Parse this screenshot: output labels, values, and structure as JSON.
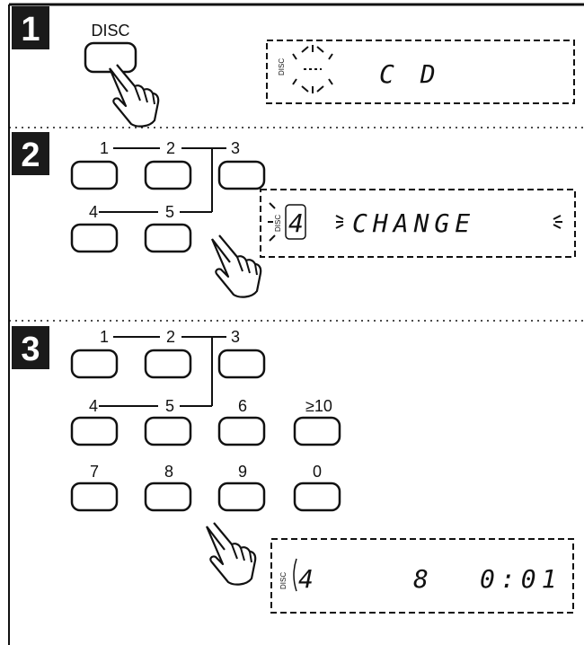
{
  "steps": [
    {
      "number": "1",
      "button_label": "DISC",
      "display": {
        "indicator": "DISC",
        "text": "C D"
      }
    },
    {
      "number": "2",
      "buttons": [
        "1",
        "2",
        "3",
        "4",
        "5"
      ],
      "display": {
        "indicator": "DISC",
        "disc": "4",
        "text": "CHANGE"
      }
    },
    {
      "number": "3",
      "buttons": [
        "1",
        "2",
        "3",
        "4",
        "5",
        "6",
        "≥10",
        "7",
        "8",
        "9",
        "0"
      ],
      "display": {
        "indicator": "DISC",
        "disc": "4",
        "track": "8",
        "time": "0:01"
      }
    }
  ],
  "colors": {
    "ink": "#111111",
    "badge": "#1a1a1a",
    "paper": "#ffffff"
  }
}
